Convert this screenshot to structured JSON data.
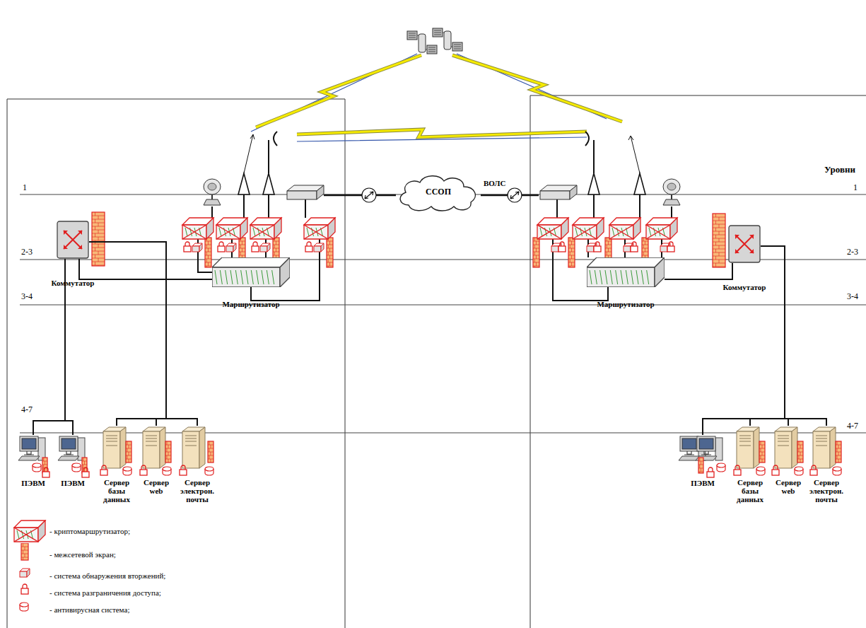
{
  "diagram": {
    "nodes": [
      {
        "text": [
          "ССОП"
        ]
      },
      {
        "text": [
          "Коммутатор"
        ]
      },
      {
        "text": [
          "Маршрутизатор"
        ]
      },
      {
        "text": [
          "ПЭВМ"
        ]
      },
      {
        "text": [
          "ПЭВМ"
        ]
      },
      {
        "text": [
          "Сервер базы данных"
        ]
      },
      {
        "text": [
          "Сервер web"
        ]
      },
      {
        "text": [
          "Сервер электрон. почты"
        ]
      },
      {
        "text": [
          "Коммутатор"
        ]
      },
      {
        "text": [
          "Маршрутизатор"
        ]
      },
      {
        "text": [
          "ПЭВМ"
        ]
      },
      {
        "text": [
          "Сервер базы данных"
        ]
      },
      {
        "text": [
          "Сервер web"
        ]
      },
      {
        "text": [
          "Сервер электрон. почты"
        ]
      }
    ],
    "edges": [
      {
        "from": 1,
        "to": 2,
        "arrow": "none"
      },
      {
        "from": 1,
        "to": 3,
        "arrow": "none"
      },
      {
        "from": 1,
        "to": 4,
        "arrow": "none"
      },
      {
        "from": 1,
        "to": 5,
        "arrow": "none"
      },
      {
        "from": 1,
        "to": 6,
        "arrow": "none"
      },
      {
        "from": 1,
        "to": 7,
        "arrow": "none"
      },
      {
        "from": 8,
        "to": 9,
        "arrow": "none"
      },
      {
        "from": 8,
        "to": 10,
        "arrow": "none"
      },
      {
        "from": 8,
        "to": 11,
        "arrow": "none"
      },
      {
        "from": 8,
        "to": 12,
        "arrow": "none"
      },
      {
        "from": 8,
        "to": 13,
        "arrow": "none"
      }
    ],
    "labels": [
      "Уровни",
      "1",
      "1",
      "2-3",
      "2-3",
      "3-4",
      "3-4",
      "4-7",
      "4-7",
      "ВОЛС"
    ],
    "legend": [
      {
        "text": "- криптомаршрутизатор;"
      },
      {
        "text": "- межсетевой экран;"
      },
      {
        "text": "- система обнаружения вторжений;"
      },
      {
        "text": "- система разграничения доступа;"
      },
      {
        "text": "- антивирусная система;"
      }
    ]
  }
}
